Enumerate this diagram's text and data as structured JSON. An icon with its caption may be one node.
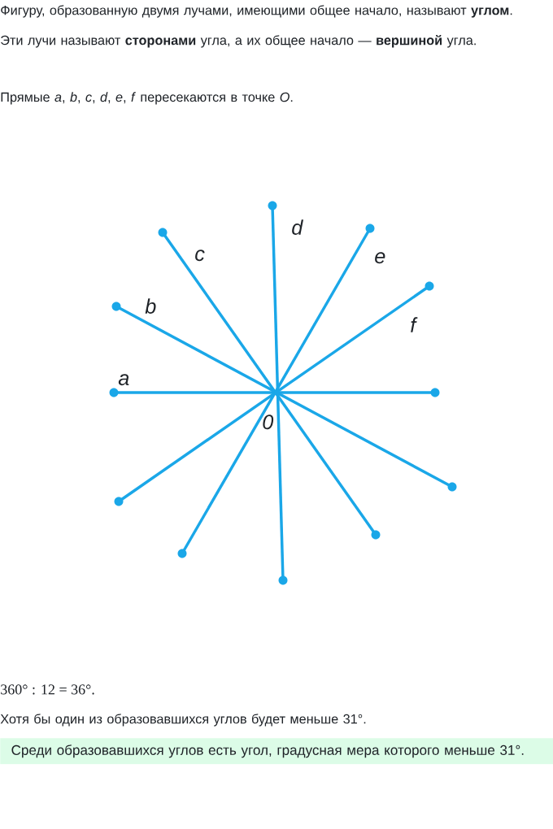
{
  "diagram": {
    "nodes": [
      {
        "text": [
          "Среди образовавшихся углов есть угол, градусная мера которого меньше 31°."
        ]
      }
    ],
    "labels": [
      "Фигуру, образованную двумя лучами, имеющими общее начало, называют **углом**. Эти лучи называют **сторонами** угла, а их общее начало — **вершиной** угла.",
      "Прямые *a*, *b*, *c*, *d*, *e*, *f* пересекаются в точке *O*.",
      "d",
      "c",
      "e",
      "b",
      "f",
      "a",
      "0",
      "360° : 12 = 36°.",
      "Хотя бы один из образовавшихся углов будет меньше 31°."
    ]
  }
}
